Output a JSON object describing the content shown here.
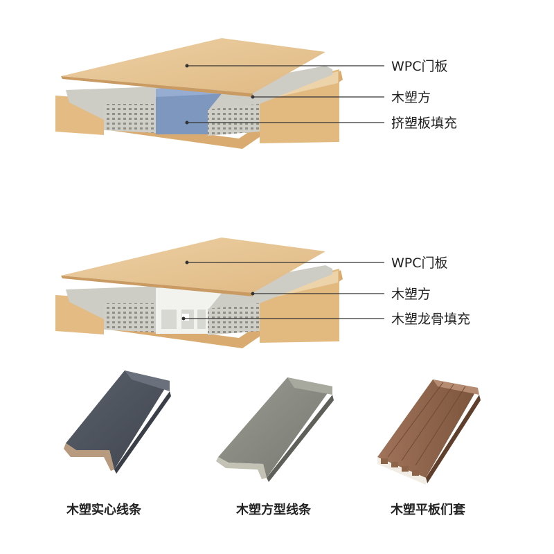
{
  "diagrams": [
    {
      "labels": [
        "WPC门板",
        "木塑方",
        "挤塑板填充"
      ]
    },
    {
      "labels": [
        "WPC门板",
        "木塑方",
        "木塑龙骨填充"
      ]
    }
  ],
  "products": [
    {
      "caption": "木塑实心线条",
      "finish_color": "#4f5560"
    },
    {
      "caption": "木塑方型线条",
      "finish_color": "#8a8c84"
    },
    {
      "caption": "木塑平板们套",
      "finish_color": "#8e6448"
    }
  ],
  "colors": {
    "veneer": "#e6c28d",
    "veneer_side": "#dcae72",
    "core_gray": "#d2d2cc",
    "foam_blue": "#7d97bf",
    "keel_white": "#f2f2ee"
  }
}
